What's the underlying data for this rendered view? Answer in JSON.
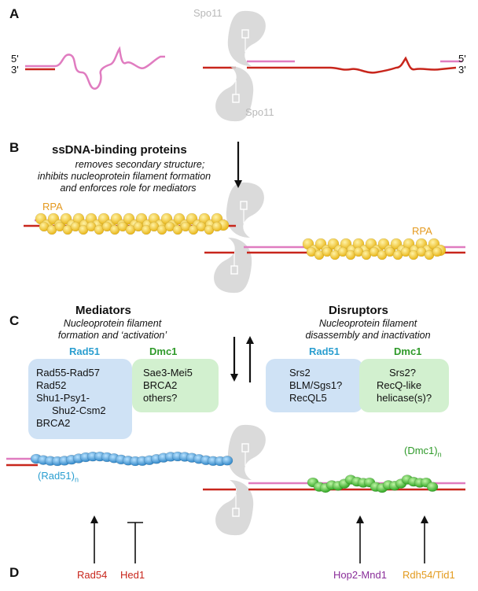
{
  "panels": {
    "a": "A",
    "b": "B",
    "c": "C",
    "d": "D"
  },
  "strand_ends": {
    "five_prime": "5'",
    "three_prime": "3'"
  },
  "spo11": {
    "top": "Spo11",
    "bottom": "Spo11"
  },
  "ssdna": {
    "title": "ssDNA-binding proteins",
    "line1": "removes secondary structure;",
    "line2": "inhibits nucleoprotein filament formation",
    "line3": "and enforces role for mediators",
    "rpa_left": "RPA",
    "rpa_right": "RPA"
  },
  "mediators": {
    "title": "Mediators",
    "line1": "Nucleoprotein filament",
    "line2": "formation and ‘activation’",
    "rad51": {
      "label": "Rad51",
      "items": [
        "Rad55-Rad57",
        "Rad52",
        "Shu1-Psy1-",
        "Shu2-Csm2",
        "BRCA2"
      ]
    },
    "dmc1": {
      "label": "Dmc1",
      "items": [
        "Sae3-Mei5",
        "BRCA2",
        "others?"
      ]
    }
  },
  "disruptors": {
    "title": "Disruptors",
    "line1": "Nucleoprotein filament",
    "line2": "disassembly and inactivation",
    "rad51": {
      "label": "Rad51",
      "items": [
        "Srs2",
        "BLM/Sgs1?",
        "RecQL5"
      ]
    },
    "dmc1": {
      "label": "Dmc1",
      "items": [
        "Srs2?",
        "RecQ-like",
        "helicase(s)?"
      ]
    }
  },
  "filaments": {
    "rad51": "(Rad51)",
    "rad51_sub": "n",
    "dmc1": "(Dmc1)",
    "dmc1_sub": "n"
  },
  "regulators": {
    "rad54": "Rad54",
    "hed1": "Hed1",
    "hop2": "Hop2-Mnd1",
    "rdh54": "Rdh54/Tid1"
  },
  "colors": {
    "strand_red": "#c8261c",
    "strand_pink": "#e07cc0",
    "rpa": "#f3c629",
    "rad51_filament": "#4fa0d8",
    "dmc1_filament": "#4ec23a",
    "spo11": "#d4d4d4",
    "rad51_box": "#cfe2f5",
    "dmc1_box": "#d2f0cf",
    "rad51_label": "#2a9ed0",
    "dmc1_label": "#2f9a2a",
    "hop2": "#8a2e9a",
    "rdh54": "#e39a1c",
    "rpa_label": "#e49a20"
  }
}
